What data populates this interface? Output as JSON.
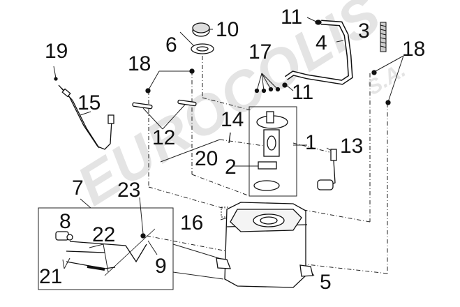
{
  "watermark": {
    "brand": "EUROCOLIS",
    "suffix": "S.A."
  },
  "callouts": {
    "c1": "1",
    "c2": "2",
    "c3": "3",
    "c4": "4",
    "c5": "5",
    "c6": "6",
    "c7": "7",
    "c8": "8",
    "c9": "9",
    "c10": "10",
    "c11a": "11",
    "c11b": "11",
    "c12": "12",
    "c13": "13",
    "c14": "14",
    "c15": "15",
    "c16": "16",
    "c17": "17",
    "c18a": "18",
    "c18b": "18",
    "c19": "19",
    "c20": "20",
    "c21": "21",
    "c22": "22",
    "c23": "23"
  }
}
